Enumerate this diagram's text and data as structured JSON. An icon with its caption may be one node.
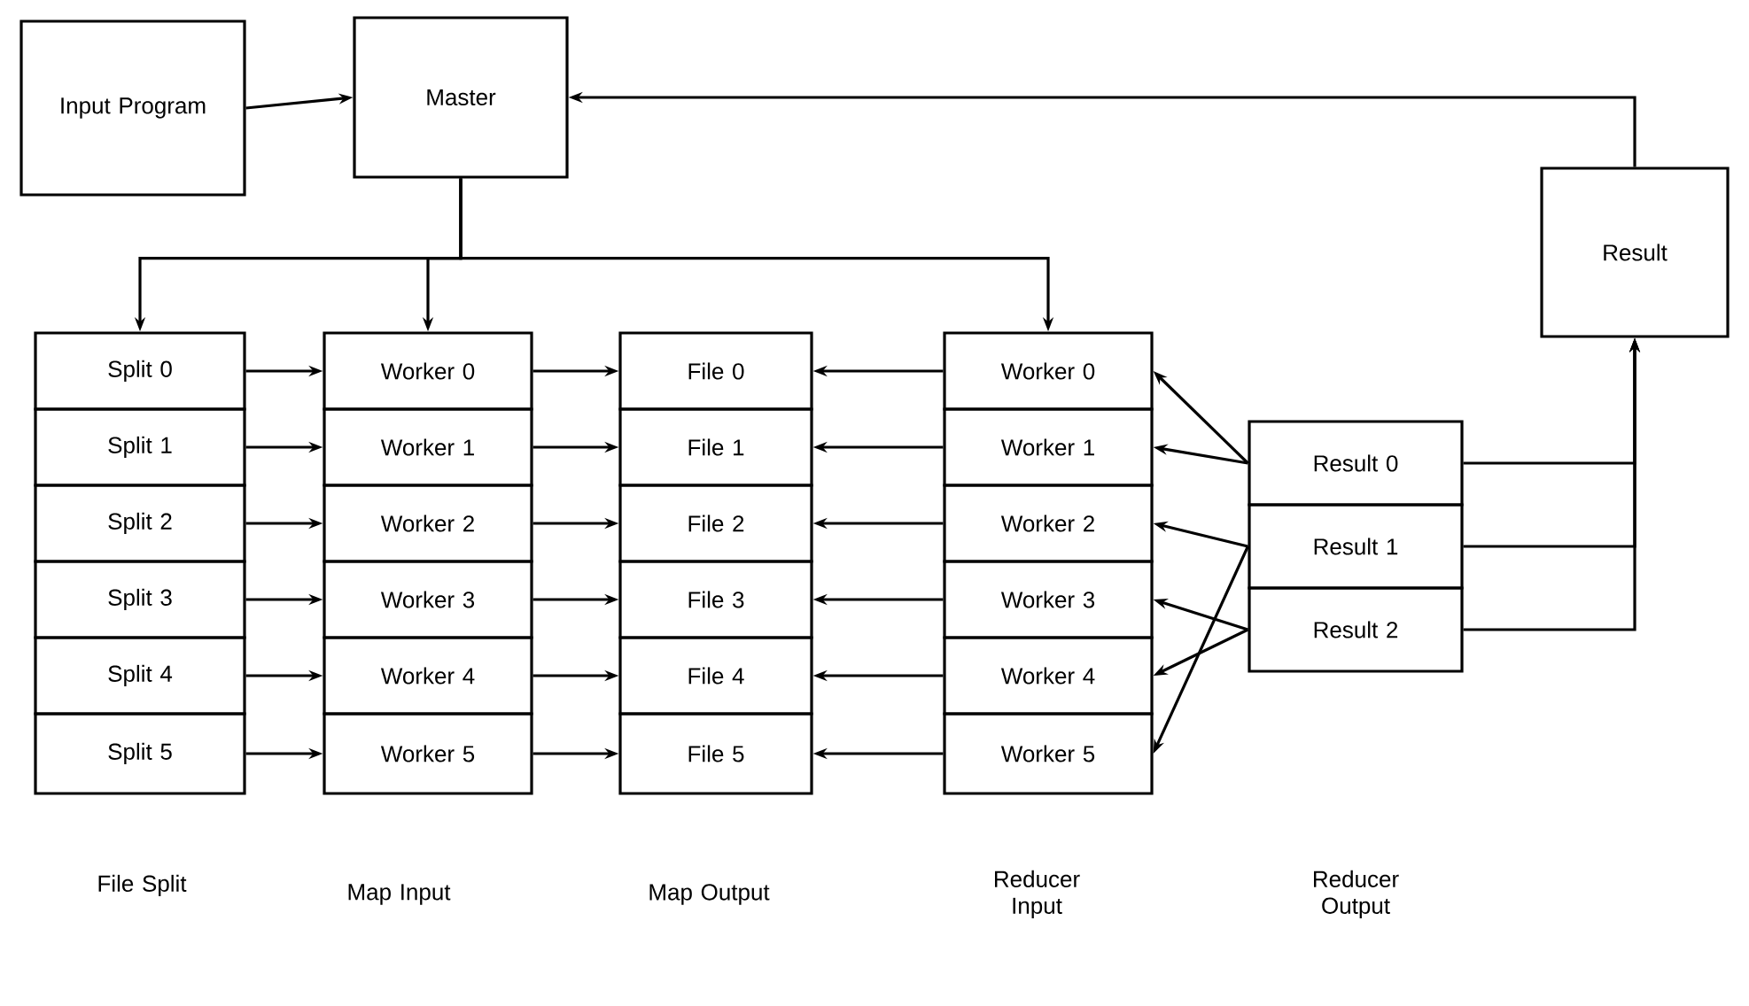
{
  "diagram": {
    "nodes": [
      {
        "text": [
          "Input Program"
        ]
      },
      {
        "text": [
          "Master"
        ]
      },
      {
        "text": [
          "Result"
        ]
      },
      {
        "text": [
          "Split 0"
        ]
      },
      {
        "text": [
          "Split 1"
        ]
      },
      {
        "text": [
          "Split 2"
        ]
      },
      {
        "text": [
          "Split 3"
        ]
      },
      {
        "text": [
          "Split 4"
        ]
      },
      {
        "text": [
          "Split 5"
        ]
      },
      {
        "text": [
          "Worker 0"
        ]
      },
      {
        "text": [
          "Worker 1"
        ]
      },
      {
        "text": [
          "Worker 2"
        ]
      },
      {
        "text": [
          "Worker 3"
        ]
      },
      {
        "text": [
          "Worker 4"
        ]
      },
      {
        "text": [
          "Worker 5"
        ]
      },
      {
        "text": [
          "File 0"
        ]
      },
      {
        "text": [
          "File 1"
        ]
      },
      {
        "text": [
          "File 2"
        ]
      },
      {
        "text": [
          "File 3"
        ]
      },
      {
        "text": [
          "File 4"
        ]
      },
      {
        "text": [
          "File 5"
        ]
      },
      {
        "text": [
          "Worker 0"
        ]
      },
      {
        "text": [
          "Worker 1"
        ]
      },
      {
        "text": [
          "Worker 2"
        ]
      },
      {
        "text": [
          "Worker 3"
        ]
      },
      {
        "text": [
          "Worker 4"
        ]
      },
      {
        "text": [
          "Worker 5"
        ]
      },
      {
        "text": [
          "Result 0"
        ]
      },
      {
        "text": [
          "Result 1"
        ]
      },
      {
        "text": [
          "Result 2"
        ]
      }
    ],
    "edges": [
      {
        "from": 0,
        "to": 1,
        "arrow": "to"
      },
      {
        "from": 2,
        "to": 1,
        "arrow": "to"
      },
      {
        "from": 1,
        "to": 3,
        "arrow": "to"
      },
      {
        "from": 1,
        "to": 9,
        "arrow": "to"
      },
      {
        "from": 1,
        "to": 21,
        "arrow": "to"
      },
      {
        "from": 3,
        "to": 9,
        "arrow": "to"
      },
      {
        "from": 4,
        "to": 10,
        "arrow": "to"
      },
      {
        "from": 5,
        "to": 11,
        "arrow": "to"
      },
      {
        "from": 6,
        "to": 12,
        "arrow": "to"
      },
      {
        "from": 7,
        "to": 13,
        "arrow": "to"
      },
      {
        "from": 8,
        "to": 14,
        "arrow": "to"
      },
      {
        "from": 9,
        "to": 15,
        "arrow": "to"
      },
      {
        "from": 10,
        "to": 16,
        "arrow": "to"
      },
      {
        "from": 11,
        "to": 17,
        "arrow": "to"
      },
      {
        "from": 12,
        "to": 18,
        "arrow": "to"
      },
      {
        "from": 13,
        "to": 19,
        "arrow": "to"
      },
      {
        "from": 14,
        "to": 20,
        "arrow": "to"
      },
      {
        "from": 21,
        "to": 15,
        "arrow": "to"
      },
      {
        "from": 22,
        "to": 16,
        "arrow": "to"
      },
      {
        "from": 23,
        "to": 17,
        "arrow": "to"
      },
      {
        "from": 24,
        "to": 18,
        "arrow": "to"
      },
      {
        "from": 25,
        "to": 19,
        "arrow": "to"
      },
      {
        "from": 26,
        "to": 20,
        "arrow": "to"
      },
      {
        "from": 27,
        "to": 21,
        "arrow": "to"
      },
      {
        "from": 27,
        "to": 22,
        "arrow": "to"
      },
      {
        "from": 28,
        "to": 23,
        "arrow": "to"
      },
      {
        "from": 28,
        "to": 26,
        "arrow": "to"
      },
      {
        "from": 29,
        "to": 24,
        "arrow": "to"
      },
      {
        "from": 29,
        "to": 25,
        "arrow": "to"
      },
      {
        "from": 27,
        "to": 2,
        "arrow": "to"
      },
      {
        "from": 28,
        "to": 2,
        "arrow": "to"
      },
      {
        "from": 29,
        "to": 2,
        "arrow": "to"
      }
    ],
    "labels": [
      "File Split",
      "Map Input",
      "Map Output",
      "Reducer Input",
      "Reducer Output"
    ]
  }
}
